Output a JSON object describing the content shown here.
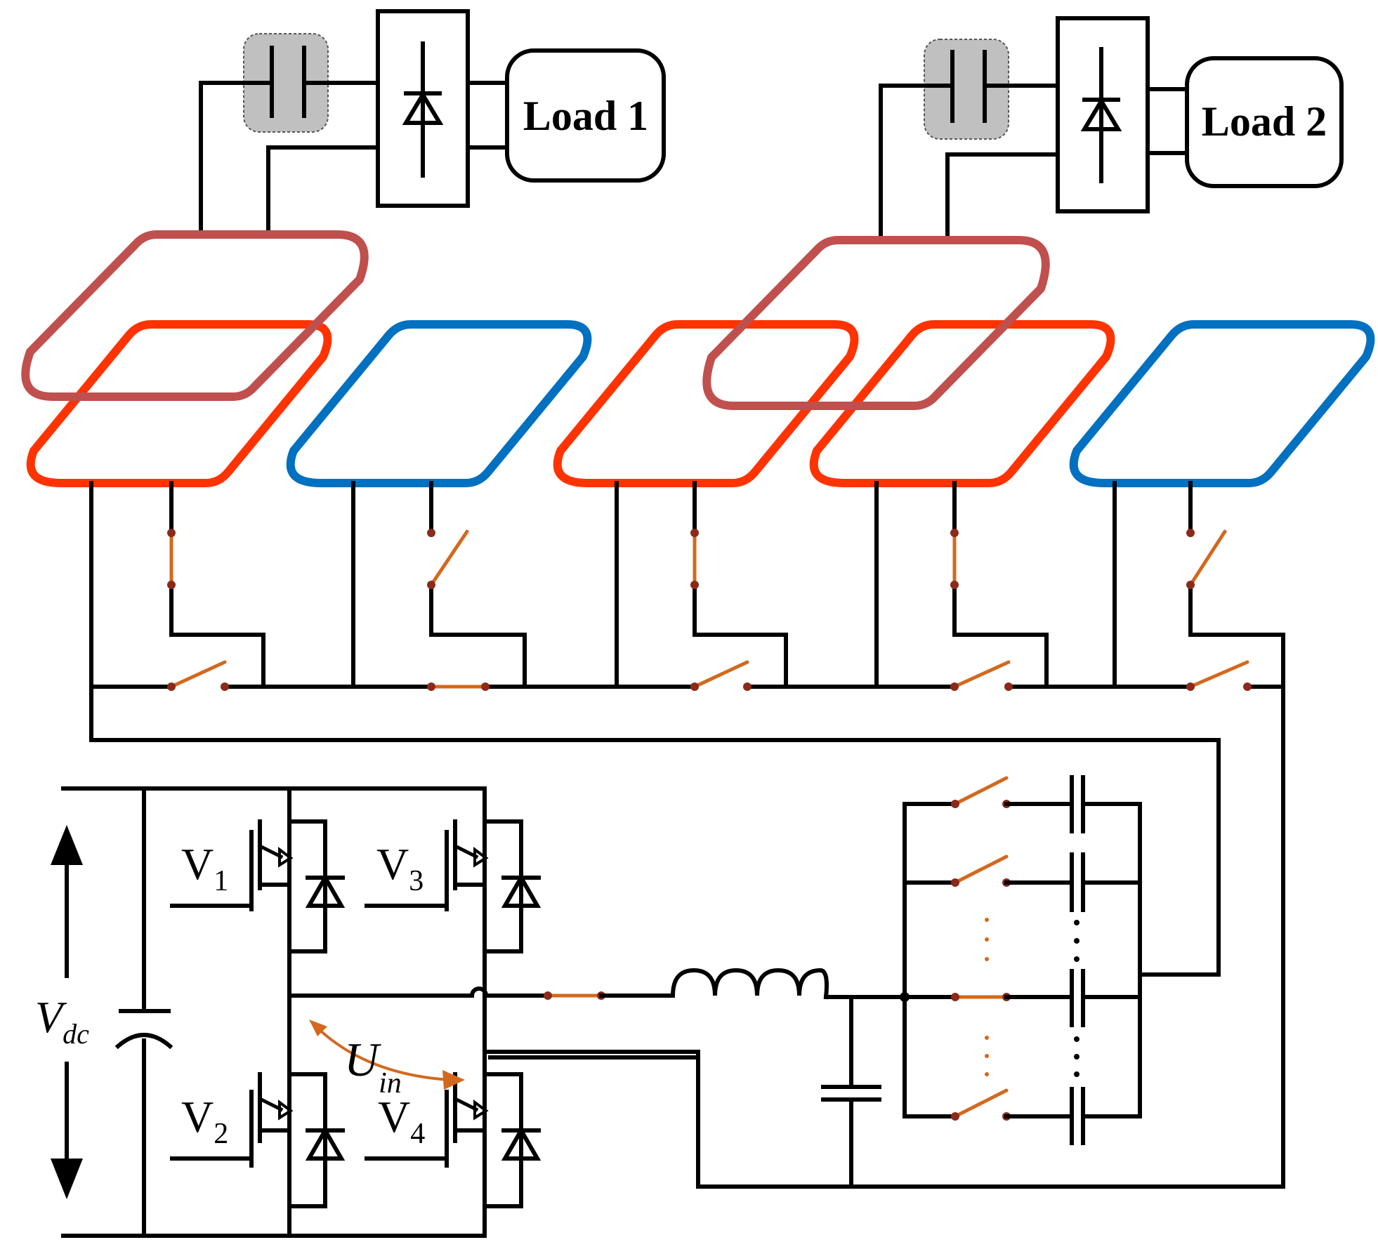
{
  "colors": {
    "wire": "#000000",
    "switch": "#d2691e",
    "switch_dot": "#8b2a1a",
    "coil_active": "#ff3300",
    "coil_idle": "#0070c0",
    "receiver_coil": "#c0504d",
    "receiver_cap_fill": "#c0c0c0"
  },
  "labels": {
    "load1": "Load 1",
    "load2": "Load 2",
    "v1": {
      "main": "V",
      "sub": "1"
    },
    "v2": {
      "main": "V",
      "sub": "2"
    },
    "v3": {
      "main": "V",
      "sub": "3"
    },
    "v4": {
      "main": "V",
      "sub": "4"
    },
    "vdc": {
      "main": "V",
      "sub": "dc"
    },
    "uin": {
      "main": "U",
      "sub": "in"
    }
  },
  "transmitter_coils": [
    "active",
    "idle",
    "active",
    "active",
    "idle"
  ],
  "receivers": [
    "load1",
    "load2"
  ],
  "icons": [
    "capacitor-icon",
    "rectifier-diode-icon",
    "mosfet-icon",
    "diode-icon",
    "inductor-icon",
    "switch-icon",
    "arrow-icon"
  ]
}
